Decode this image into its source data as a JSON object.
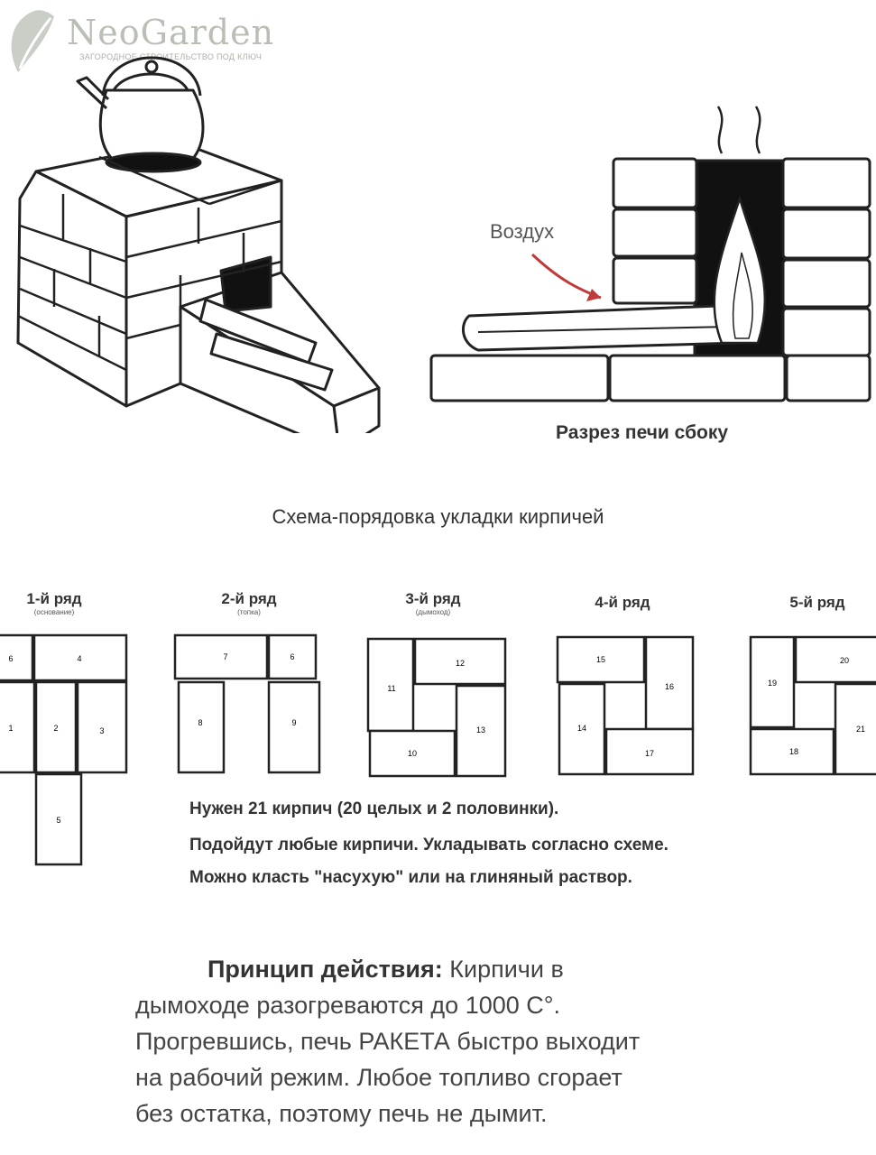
{
  "logo": {
    "name": "NeoGarden",
    "tagline": "ЗАГОРОДНОЕ СТРОИТЕЛЬСТВО ПОД КЛЮЧ"
  },
  "side_view": {
    "air_label": "Воздух",
    "caption": "Разрез печи сбоку"
  },
  "layout": {
    "title": "Схема-порядовка укладки кирпичей",
    "rows": [
      {
        "title": "1-й ряд",
        "subtitle": "(основание)",
        "bricks": [
          "6",
          "4",
          "1",
          "2",
          "3",
          "5"
        ]
      },
      {
        "title": "2-й ряд",
        "subtitle": "(топка)",
        "bricks": [
          "7",
          "6",
          "8",
          "9"
        ]
      },
      {
        "title": "3-й ряд",
        "subtitle": "(дымоход)",
        "bricks": [
          "11",
          "12",
          "13",
          "10"
        ]
      },
      {
        "title": "4-й ряд",
        "subtitle": "",
        "bricks": [
          "15",
          "16",
          "14",
          "17"
        ]
      },
      {
        "title": "5-й ряд",
        "subtitle": "",
        "bricks": [
          "19",
          "20",
          "21",
          "18"
        ]
      }
    ]
  },
  "notes": [
    "Нужен 21 кирпич (20 целых и 2 половинки).",
    "Подойдут любые кирпичи.  Укладывать согласно схеме.",
    "Можно класть \"насухую\" или на глиняный раствор."
  ],
  "principle": {
    "label": "Принцип действия:",
    "line1": "Кирпичи в",
    "line2": "дымоходе разогреваются до 1000 С°.",
    "line3": "Прогревшись, печь РАКЕТА быстро выходит",
    "line4": "на рабочий режим. Любое топливо сгорает",
    "line5": "без остатка, поэтому печь не дымит."
  }
}
